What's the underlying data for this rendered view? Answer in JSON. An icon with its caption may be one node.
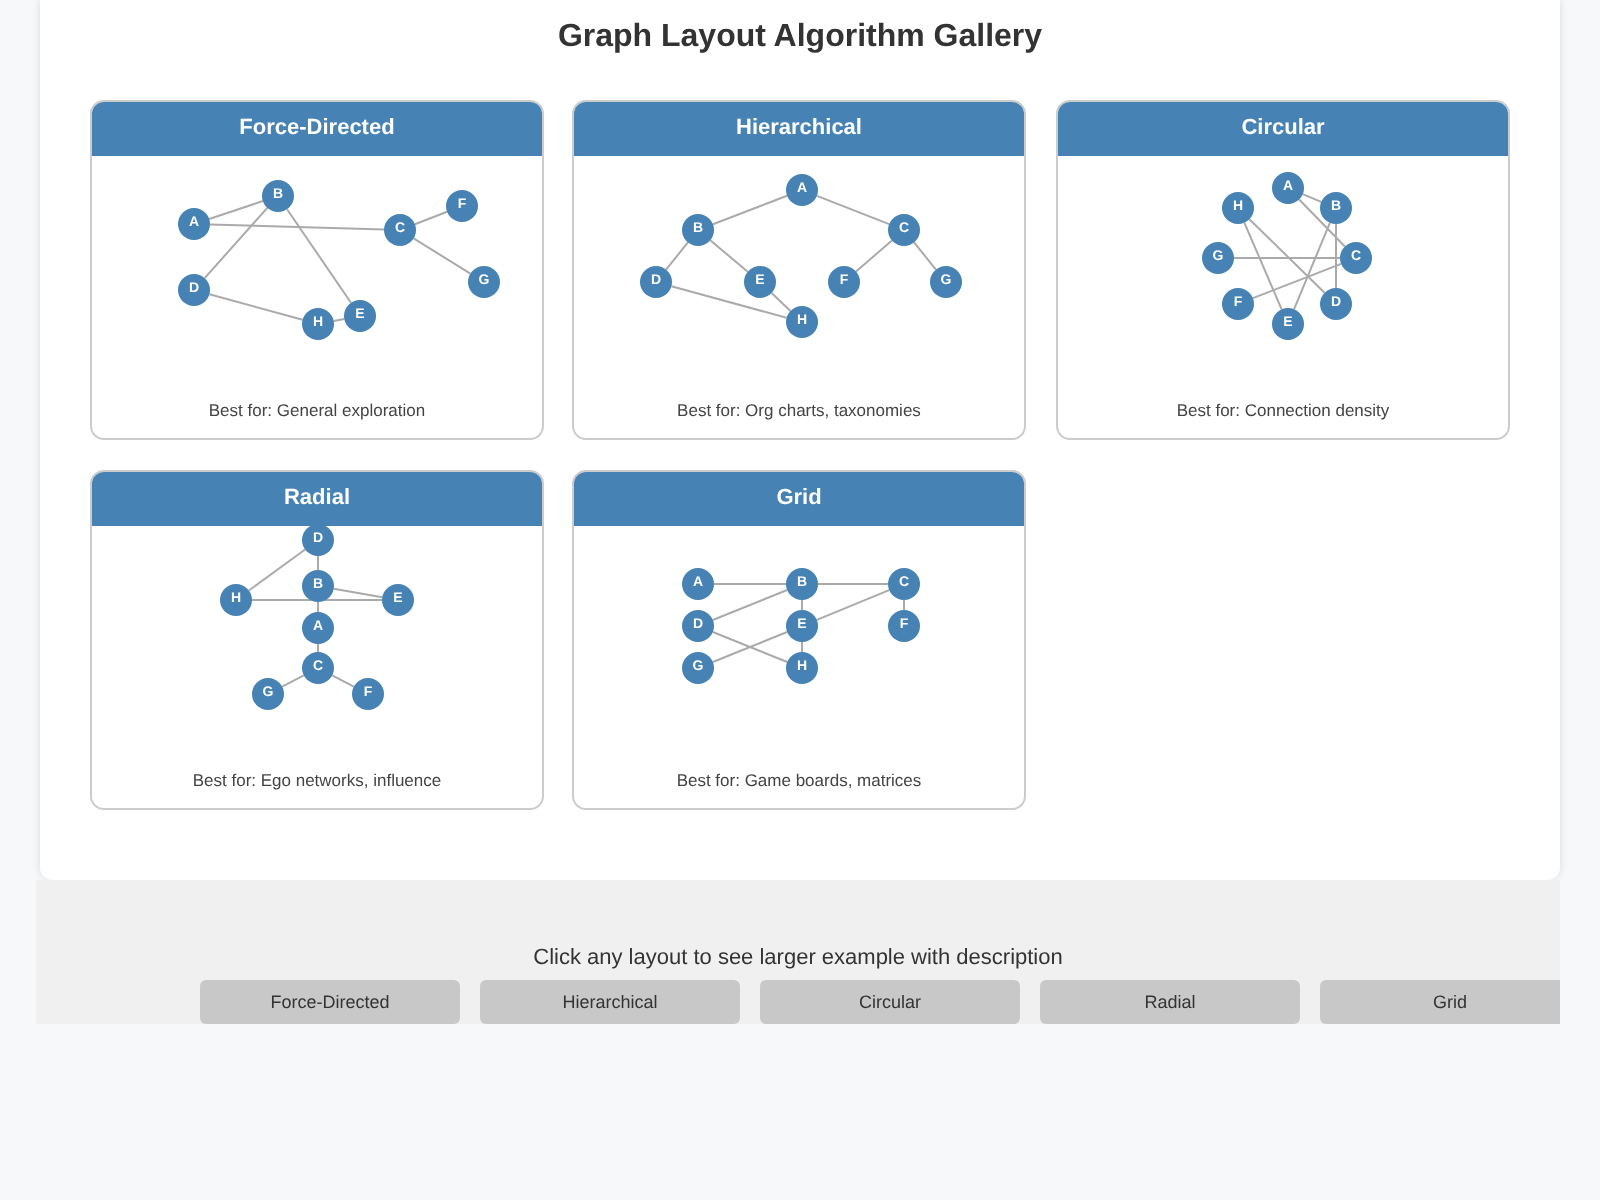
{
  "diagram": {
    "title": "Graph Layout Algorithm Gallery",
    "nodes": [
      {
        "text": [
          "Force-Directed",
          "Best for: General exploration"
        ]
      },
      {
        "text": [
          "A"
        ],
        "in": 0
      },
      {
        "text": [
          "B"
        ],
        "in": 0
      },
      {
        "text": [
          "C"
        ],
        "in": 0
      },
      {
        "text": [
          "D"
        ],
        "in": 0
      },
      {
        "text": [
          "E"
        ],
        "in": 0
      },
      {
        "text": [
          "F"
        ],
        "in": 0
      },
      {
        "text": [
          "G"
        ],
        "in": 0
      },
      {
        "text": [
          "H"
        ],
        "in": 0
      },
      {
        "text": [
          "Hierarchical",
          "Best for: Org charts, taxonomies"
        ]
      },
      {
        "text": [
          "A"
        ],
        "in": 9
      },
      {
        "text": [
          "B"
        ],
        "in": 9
      },
      {
        "text": [
          "C"
        ],
        "in": 9
      },
      {
        "text": [
          "D"
        ],
        "in": 9
      },
      {
        "text": [
          "E"
        ],
        "in": 9
      },
      {
        "text": [
          "F"
        ],
        "in": 9
      },
      {
        "text": [
          "G"
        ],
        "in": 9
      },
      {
        "text": [
          "H"
        ],
        "in": 9
      },
      {
        "text": [
          "Circular",
          "Best for: Connection density"
        ]
      },
      {
        "text": [
          "A"
        ],
        "in": 18
      },
      {
        "text": [
          "B"
        ],
        "in": 18
      },
      {
        "text": [
          "C"
        ],
        "in": 18
      },
      {
        "text": [
          "D"
        ],
        "in": 18
      },
      {
        "text": [
          "E"
        ],
        "in": 18
      },
      {
        "text": [
          "F"
        ],
        "in": 18
      },
      {
        "text": [
          "G"
        ],
        "in": 18
      },
      {
        "text": [
          "H"
        ],
        "in": 18
      },
      {
        "text": [
          "Radial",
          "Best for: Ego networks, influence"
        ]
      },
      {
        "text": [
          "A"
        ],
        "in": 27
      },
      {
        "text": [
          "B"
        ],
        "in": 27
      },
      {
        "text": [
          "C"
        ],
        "in": 27
      },
      {
        "text": [
          "D"
        ],
        "in": 27
      },
      {
        "text": [
          "E"
        ],
        "in": 27
      },
      {
        "text": [
          "F"
        ],
        "in": 27
      },
      {
        "text": [
          "G"
        ],
        "in": 27
      },
      {
        "text": [
          "H"
        ],
        "in": 27
      },
      {
        "text": [
          "Grid",
          "Best for: Game boards, matrices"
        ]
      },
      {
        "text": [
          "A"
        ],
        "in": 36
      },
      {
        "text": [
          "B"
        ],
        "in": 36
      },
      {
        "text": [
          "C"
        ],
        "in": 36
      },
      {
        "text": [
          "D"
        ],
        "in": 36
      },
      {
        "text": [
          "E"
        ],
        "in": 36
      },
      {
        "text": [
          "F"
        ],
        "in": 36
      },
      {
        "text": [
          "G"
        ],
        "in": 36
      },
      {
        "text": [
          "H"
        ],
        "in": 36
      }
    ],
    "edges": [
      {
        "from": 1,
        "to": 2,
        "arrow": "none"
      },
      {
        "from": 1,
        "to": 3,
        "arrow": "none"
      },
      {
        "from": 2,
        "to": 4,
        "arrow": "none"
      },
      {
        "from": 2,
        "to": 5,
        "arrow": "none"
      },
      {
        "from": 3,
        "to": 6,
        "arrow": "none"
      },
      {
        "from": 3,
        "to": 7,
        "arrow": "none"
      },
      {
        "from": 4,
        "to": 8,
        "arrow": "none"
      },
      {
        "from": 5,
        "to": 8,
        "arrow": "none"
      },
      {
        "from": 10,
        "to": 11,
        "arrow": "none"
      },
      {
        "from": 10,
        "to": 12,
        "arrow": "none"
      },
      {
        "from": 11,
        "to": 13,
        "arrow": "none"
      },
      {
        "from": 11,
        "to": 14,
        "arrow": "none"
      },
      {
        "from": 12,
        "to": 15,
        "arrow": "none"
      },
      {
        "from": 12,
        "to": 16,
        "arrow": "none"
      },
      {
        "from": 13,
        "to": 17,
        "arrow": "none"
      },
      {
        "from": 14,
        "to": 17,
        "arrow": "none"
      },
      {
        "from": 19,
        "to": 20,
        "arrow": "none"
      },
      {
        "from": 19,
        "to": 21,
        "arrow": "none"
      },
      {
        "from": 20,
        "to": 22,
        "arrow": "none"
      },
      {
        "from": 20,
        "to": 23,
        "arrow": "none"
      },
      {
        "from": 21,
        "to": 24,
        "arrow": "none"
      },
      {
        "from": 21,
        "to": 25,
        "arrow": "none"
      },
      {
        "from": 22,
        "to": 26,
        "arrow": "none"
      },
      {
        "from": 23,
        "to": 26,
        "arrow": "none"
      },
      {
        "from": 28,
        "to": 29,
        "arrow": "none"
      },
      {
        "from": 28,
        "to": 30,
        "arrow": "none"
      },
      {
        "from": 29,
        "to": 31,
        "arrow": "none"
      },
      {
        "from": 29,
        "to": 32,
        "arrow": "none"
      },
      {
        "from": 30,
        "to": 33,
        "arrow": "none"
      },
      {
        "from": 30,
        "to": 34,
        "arrow": "none"
      },
      {
        "from": 31,
        "to": 35,
        "arrow": "none"
      },
      {
        "from": 32,
        "to": 35,
        "arrow": "none"
      },
      {
        "from": 37,
        "to": 38,
        "arrow": "none"
      },
      {
        "from": 38,
        "to": 39,
        "arrow": "none"
      },
      {
        "from": 38,
        "to": 40,
        "arrow": "none"
      },
      {
        "from": 38,
        "to": 41,
        "arrow": "none"
      },
      {
        "from": 39,
        "to": 42,
        "arrow": "none"
      },
      {
        "from": 39,
        "to": 41,
        "arrow": "none"
      },
      {
        "from": 41,
        "to": 43,
        "arrow": "none"
      },
      {
        "from": 40,
        "to": 44,
        "arrow": "none"
      },
      {
        "from": 41,
        "to": 44,
        "arrow": "none"
      }
    ],
    "labels": [
      "Click any layout to see larger example with description",
      "Force-Directed",
      "Hierarchical",
      "Circular",
      "Radial",
      "Grid"
    ]
  }
}
